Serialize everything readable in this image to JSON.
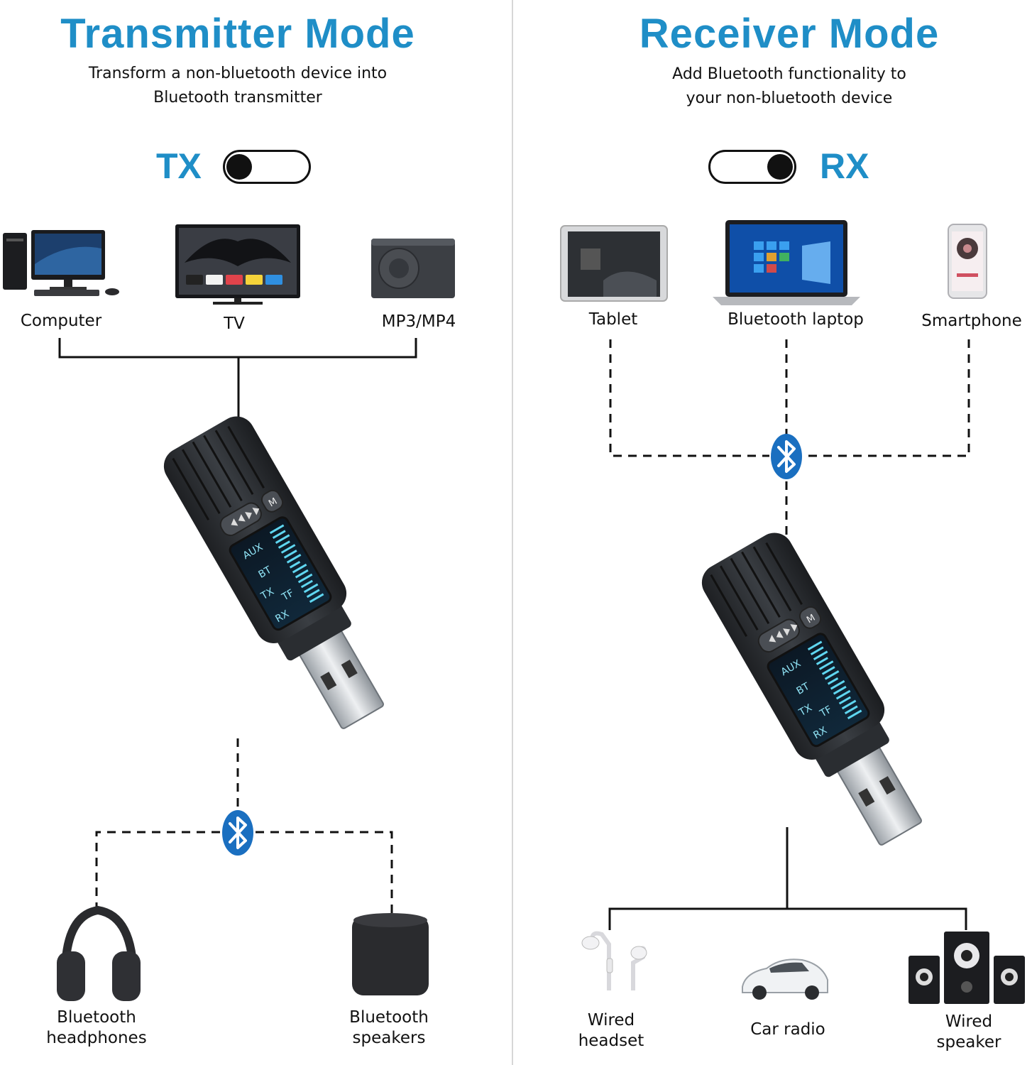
{
  "left": {
    "title": "Transmitter Mode",
    "subtitle_line1": "Transform a non-bluetooth device into",
    "subtitle_line2": "Bluetooth transmitter",
    "mode_label": "TX",
    "sources": [
      "Computer",
      "TV",
      "MP3/MP4"
    ],
    "outputs": [
      {
        "line1": "Bluetooth",
        "line2": "headphones"
      },
      {
        "line1": "Bluetooth",
        "line2": "speakers"
      }
    ]
  },
  "right": {
    "title": "Receiver Mode",
    "subtitle_line1": "Add Bluetooth functionality to",
    "subtitle_line2": "your non-bluetooth device",
    "mode_label": "RX",
    "sources": [
      "Tablet",
      "Bluetooth laptop",
      "Smartphone"
    ],
    "outputs": [
      {
        "line1": "Wired",
        "line2": "headset"
      },
      {
        "line1": "Car radio",
        "line2": ""
      },
      {
        "line1": "Wired",
        "line2": "speaker"
      }
    ]
  },
  "device": {
    "screen_labels": [
      "AUX",
      "BT",
      "TX",
      "TF",
      "RX"
    ],
    "mode_button": "M"
  },
  "colors": {
    "accent": "#1f8ec7",
    "bluetooth": "#1a6fc0",
    "device_body": "#2c2f33"
  }
}
